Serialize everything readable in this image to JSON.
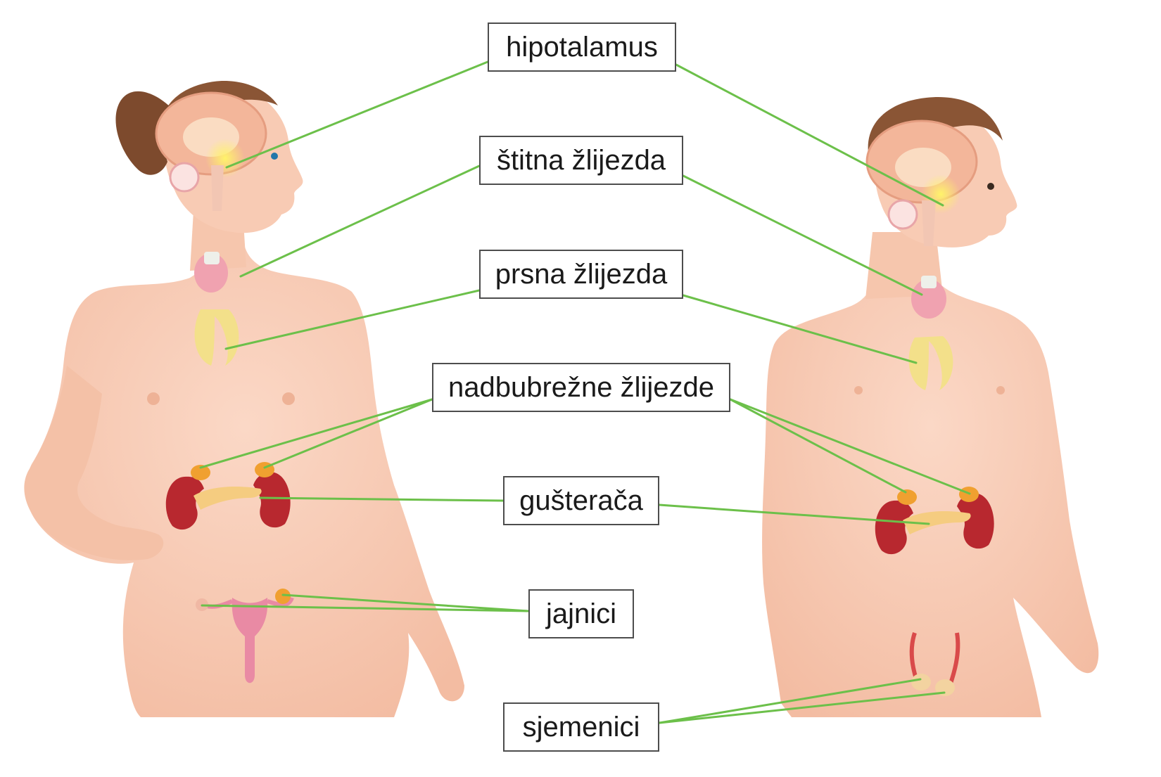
{
  "labels": {
    "hipotalamus": "hipotalamus",
    "stitna": "štitna žlijezda",
    "prsna": "prsna žlijezda",
    "nadbubrezne": "nadbubrežne žlijezde",
    "gusteraca": "gušterača",
    "jajnici": "jajnici",
    "sjemenici": "sjemenici"
  },
  "colors": {
    "skin": "#f8cbb4",
    "skin_shade": "#eeb296",
    "hair": "#8a5535",
    "connector": "#6cc04a",
    "brain": "#f3b69a",
    "gland_yellow": "#f3e08a",
    "kidney": "#b8282f",
    "adrenal": "#f0a030",
    "thyroid": "#f0a2b0",
    "uterus": "#e98aa4"
  }
}
